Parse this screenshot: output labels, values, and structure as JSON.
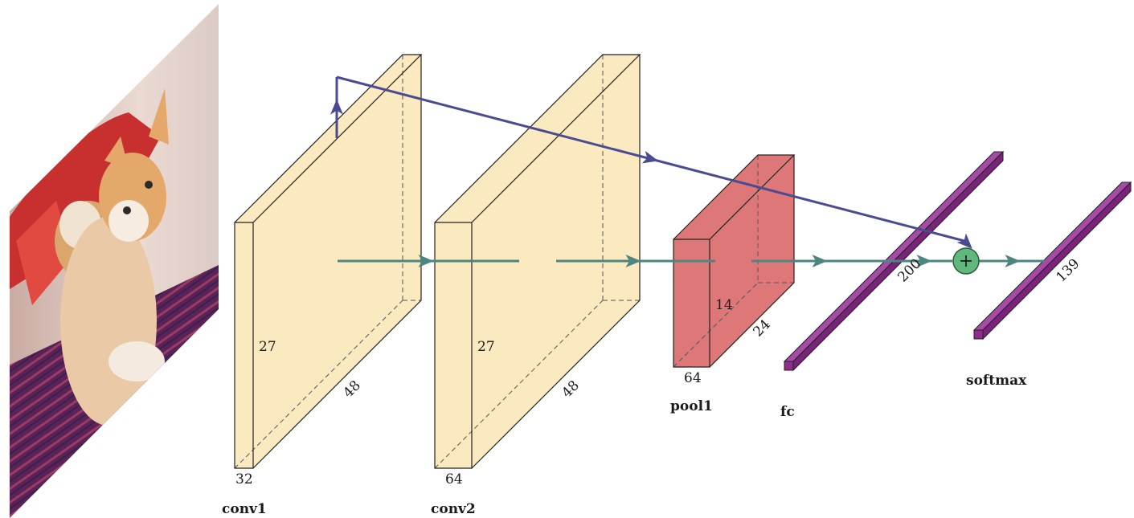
{
  "input_image": {
    "subject": "two orange and white kittens on a red and purple striped blanket"
  },
  "layers": [
    {
      "caption": "conv1",
      "height_label": "27",
      "depth_label": "48",
      "width_label": "32",
      "color": "#fbe9c0"
    },
    {
      "caption": "conv2",
      "height_label": "27",
      "depth_label": "48",
      "width_label": "64",
      "color": "#fbe9c0"
    },
    {
      "caption": "pool1",
      "height_label": "14",
      "depth_label": "24",
      "width_label": "64",
      "color": "#de7878"
    },
    {
      "caption": "fc",
      "depth_label": "200",
      "color": "#8e2c8e"
    },
    {
      "caption": "softmax",
      "depth_label": "139",
      "color": "#8e2c8e"
    }
  ],
  "colors": {
    "flow_arrow": "#4d8580",
    "skip_arrow": "#4b4b92",
    "sum_node": "#5fb87c"
  },
  "sum_symbol": "+"
}
